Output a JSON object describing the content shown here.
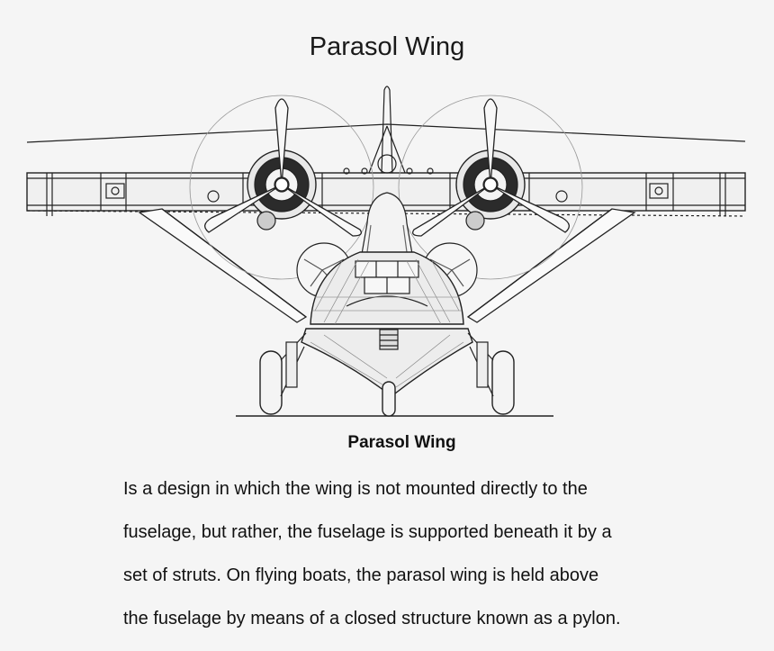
{
  "header": {
    "title": "Parasol Wing"
  },
  "figure": {
    "subject": "aircraft front view line drawing"
  },
  "caption": {
    "heading": "Parasol Wing",
    "lines": [
      "Is a design  in  which  the  wing is not  mounted  directly  to the",
      "fuselage, but rather, the fuselage is supported beneath it by a",
      "set of struts. On  flying boats, the  parasol  wing  is held above",
      "the fuselage by means of a closed structure known as a pylon."
    ]
  }
}
